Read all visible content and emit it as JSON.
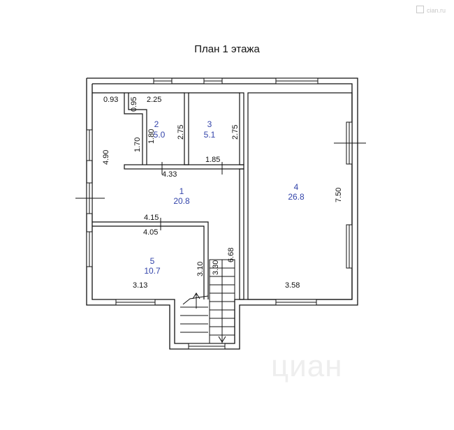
{
  "title": "План 1 этажа",
  "watermark": "cian.ru",
  "brand": "циан",
  "colors": {
    "walls": "#111111",
    "room_labels": "#3344aa",
    "dimensions": "#111111"
  },
  "rooms": [
    {
      "number": "1",
      "area": "20.8"
    },
    {
      "number": "2",
      "area": "5.0"
    },
    {
      "number": "3",
      "area": "5.1"
    },
    {
      "number": "4",
      "area": "26.8"
    },
    {
      "number": "5",
      "area": "10.7"
    }
  ],
  "dimensions": {
    "d_093": "0.93",
    "d_225": "2.25",
    "d_095": "0.95",
    "d_170": "1.70",
    "d_180": "1.80",
    "d_275a": "2.75",
    "d_275b": "2.75",
    "d_490": "4.90",
    "d_433": "4.33",
    "d_185": "1.85",
    "d_750": "7.50",
    "d_415": "4.15",
    "d_405": "4.05",
    "d_310": "3.10",
    "d_330": "3.30",
    "d_668": "6.68",
    "d_313": "3.13",
    "d_358": "3.58"
  }
}
